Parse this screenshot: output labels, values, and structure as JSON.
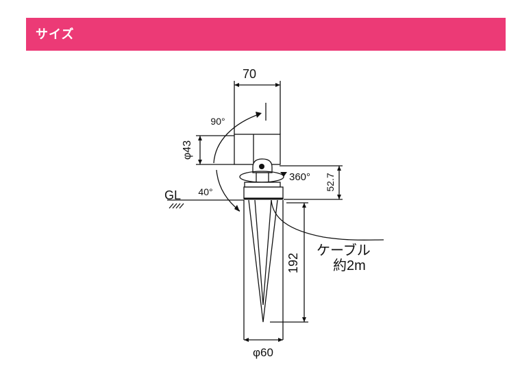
{
  "header": {
    "title": "サイズ"
  },
  "diagram": {
    "width_label": "70",
    "tilt_up_label": "90°",
    "head_diameter_label": "φ43",
    "rotation_label": "360°",
    "joint_height_label": "52.7",
    "ground_label": "GL",
    "tilt_down_label": "40°",
    "spike_length_label": "192",
    "cable_label_line1": "ケーブル",
    "cable_label_line2": "約2m",
    "base_diameter_label": "φ60"
  },
  "colors": {
    "header": "#ec3a76",
    "line": "#111111"
  }
}
